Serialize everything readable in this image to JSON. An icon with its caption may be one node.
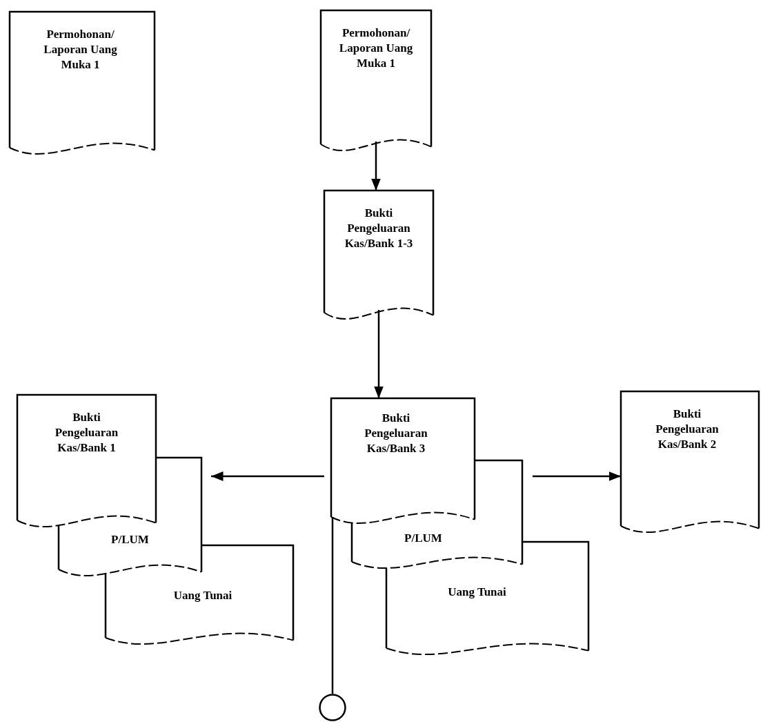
{
  "diagram": {
    "nodes": [
      {
        "text": [
          "Permohonan/ Laporan Uang Muka 1"
        ]
      },
      {
        "text": [
          "Permohonan/ Laporan Uang Muka 1"
        ]
      },
      {
        "text": [
          "Bukti Pengeluaran Kas/Bank 1-3"
        ]
      },
      {
        "text": [
          "Bukti Pengeluaran Kas/Bank 1"
        ]
      },
      {
        "text": [
          "P/LUM"
        ]
      },
      {
        "text": [
          "Uang Tunai"
        ]
      },
      {
        "text": [
          "Bukti Pengeluaran Kas/Bank 3"
        ]
      },
      {
        "text": [
          "P/LUM"
        ]
      },
      {
        "text": [
          "Uang Tunai"
        ]
      },
      {
        "text": [
          "Bukti Pengeluaran Kas/Bank 2"
        ]
      },
      {
        "text": [],
        "shape": "circle"
      }
    ],
    "edges": [
      {
        "from": 1,
        "to": 2,
        "arrow": "to"
      },
      {
        "from": 2,
        "to": 6,
        "arrow": "to"
      },
      {
        "from": 6,
        "to": 4,
        "arrow": "to"
      },
      {
        "from": 7,
        "to": 9,
        "arrow": "to"
      },
      {
        "from": 6,
        "to": 10,
        "arrow": "none"
      }
    ]
  }
}
